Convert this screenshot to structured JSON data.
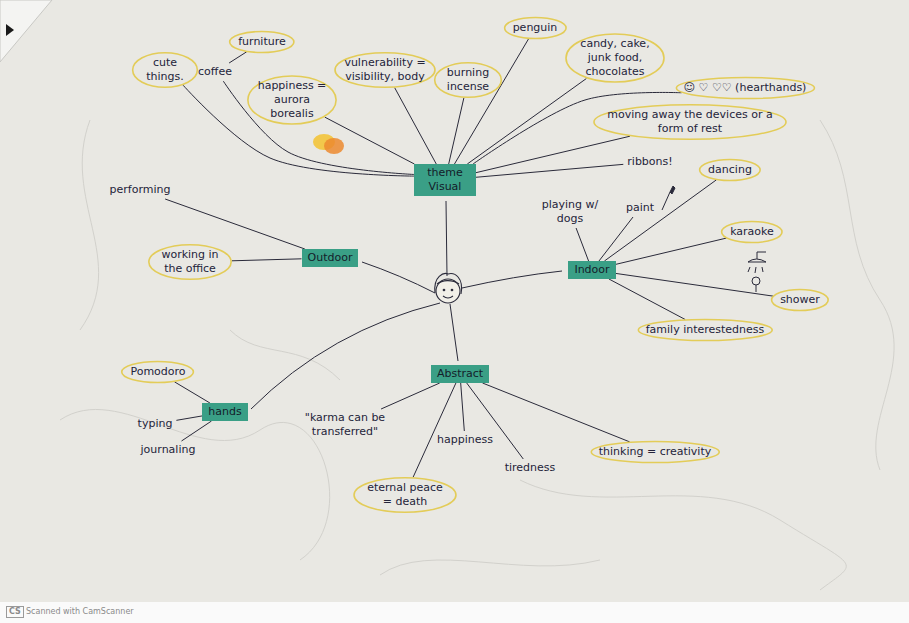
{
  "diagram": {
    "nodes": [
      {
        "text": [
          "theme Visual"
        ]
      },
      {
        "text": [
          "cute things."
        ]
      },
      {
        "text": [
          "coffee"
        ]
      },
      {
        "text": [
          "furniture"
        ]
      },
      {
        "text": [
          "happiness = aurora borealis"
        ]
      },
      {
        "text": [
          "vulnerability = visibility, body"
        ]
      },
      {
        "text": [
          "burning incense"
        ]
      },
      {
        "text": [
          "penguin"
        ]
      },
      {
        "text": [
          "candy, cake, junk food, chocolates"
        ]
      },
      {
        "text": [
          "☺ ♡ ♡♡ (hearthands)"
        ]
      },
      {
        "text": [
          "moving away the devices or a form of rest"
        ]
      },
      {
        "text": [
          "ribbons!"
        ]
      },
      {
        "text": [
          "Outdoor"
        ]
      },
      {
        "text": [
          "performing"
        ]
      },
      {
        "text": [
          "working in the office"
        ]
      },
      {
        "text": [
          "Indoor"
        ]
      },
      {
        "text": [
          "playing w/ dogs"
        ]
      },
      {
        "text": [
          "paint"
        ]
      },
      {
        "text": [
          "dancing"
        ]
      },
      {
        "text": [
          "karaoke"
        ]
      },
      {
        "text": [
          "shower"
        ]
      },
      {
        "text": [
          "family interestedness"
        ]
      },
      {
        "text": [
          "Abstract"
        ]
      },
      {
        "text": [
          "\"karma can be transferred\""
        ]
      },
      {
        "text": [
          "eternal peace = death"
        ]
      },
      {
        "text": [
          "happiness"
        ]
      },
      {
        "text": [
          "tiredness"
        ]
      },
      {
        "text": [
          "thinking = creativity"
        ]
      },
      {
        "text": [
          "hands"
        ]
      },
      {
        "text": [
          "Pomodoro"
        ]
      },
      {
        "text": [
          "typing"
        ]
      },
      {
        "text": [
          "journaling"
        ]
      }
    ],
    "edges": [
      {
        "from": 0,
        "to": 1,
        "arrow": "none"
      },
      {
        "from": 0,
        "to": 2,
        "arrow": "none"
      },
      {
        "from": 2,
        "to": 3,
        "arrow": "none"
      },
      {
        "from": 0,
        "to": 4,
        "arrow": "none"
      },
      {
        "from": 0,
        "to": 5,
        "arrow": "none"
      },
      {
        "from": 0,
        "to": 6,
        "arrow": "none"
      },
      {
        "from": 0,
        "to": 7,
        "arrow": "none"
      },
      {
        "from": 0,
        "to": 8,
        "arrow": "none"
      },
      {
        "from": 0,
        "to": 9,
        "arrow": "none"
      },
      {
        "from": 0,
        "to": 10,
        "arrow": "none"
      },
      {
        "from": 0,
        "to": 11,
        "arrow": "none"
      },
      {
        "from": 12,
        "to": 13,
        "arrow": "none"
      },
      {
        "from": 12,
        "to": 14,
        "arrow": "none"
      },
      {
        "from": 15,
        "to": 16,
        "arrow": "none"
      },
      {
        "from": 15,
        "to": 17,
        "arrow": "none"
      },
      {
        "from": 15,
        "to": 18,
        "arrow": "none"
      },
      {
        "from": 15,
        "to": 19,
        "arrow": "none"
      },
      {
        "from": 15,
        "to": 20,
        "arrow": "none"
      },
      {
        "from": 15,
        "to": 21,
        "arrow": "none"
      },
      {
        "from": 22,
        "to": 23,
        "arrow": "none"
      },
      {
        "from": 22,
        "to": 24,
        "arrow": "none"
      },
      {
        "from": 22,
        "to": 25,
        "arrow": "none"
      },
      {
        "from": 22,
        "to": 26,
        "arrow": "none"
      },
      {
        "from": 22,
        "to": 27,
        "arrow": "none"
      },
      {
        "from": 28,
        "to": 29,
        "arrow": "none"
      },
      {
        "from": 28,
        "to": 30,
        "arrow": "none"
      },
      {
        "from": 28,
        "to": 31,
        "arrow": "none"
      }
    ],
    "labels": [
      "CS",
      "Scanned with CamScanner"
    ]
  }
}
